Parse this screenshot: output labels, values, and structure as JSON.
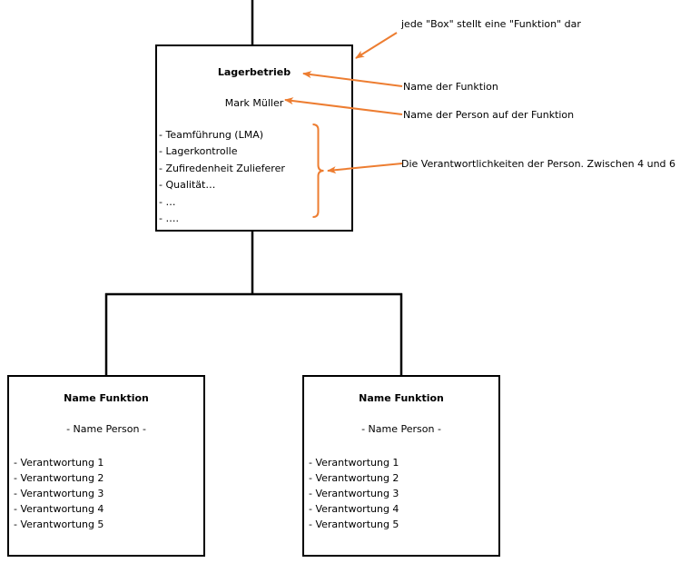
{
  "colors": {
    "accent": "#ED7D31",
    "line": "#000000",
    "background": "#FFFFFF"
  },
  "org_chart": {
    "root": {
      "title": "Lagerbetrieb",
      "person": "Mark Müller",
      "responsibilities": [
        "- Teamführung (LMA)",
        "- Lagerkontrolle",
        "- Zufiredenheit Zulieferer",
        "- Qualität…",
        "- …",
        "- …."
      ]
    },
    "children": [
      {
        "title": "Name Funktion",
        "person": "- Name Person -",
        "responsibilities": [
          "- Verantwortung 1",
          "- Verantwortung 2",
          "- Verantwortung 3",
          "- Verantwortung 4",
          "- Verantwortung 5"
        ]
      },
      {
        "title": "Name Funktion",
        "person": "- Name Person -",
        "responsibilities": [
          "- Verantwortung 1",
          "- Verantwortung 2",
          "- Verantwortung 3",
          "- Verantwortung 4",
          "- Verantwortung 5"
        ]
      }
    ]
  },
  "annotations": [
    {
      "text": "jede \"Box\" stellt eine \"Funktion\" dar"
    },
    {
      "text": "Name der Funktion"
    },
    {
      "text": "Name der Person auf der Funktion"
    },
    {
      "text": "Die Verantwortlichkeiten der Person. Zwischen 4 und 6"
    }
  ]
}
